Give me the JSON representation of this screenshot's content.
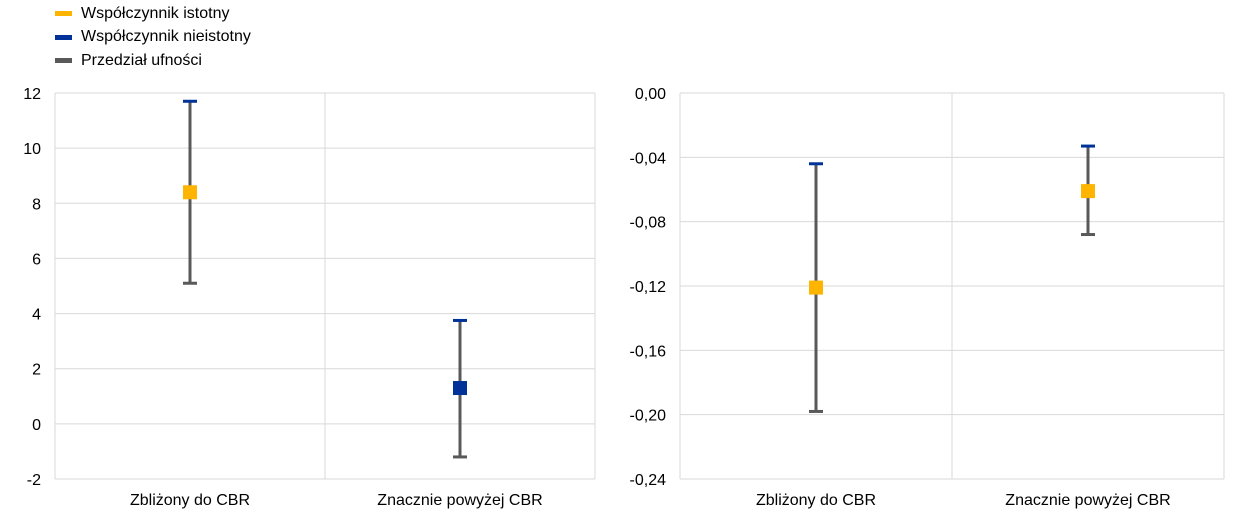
{
  "legend": [
    {
      "label": "Współczynnik istotny",
      "color": "#FFB400"
    },
    {
      "label": "Współczynnik nieistotny",
      "color": "#003299"
    },
    {
      "label": "Przedział ufności",
      "color": "#595959"
    }
  ],
  "colors": {
    "significant": "#FFB400",
    "insignificant": "#003299",
    "interval": "#595959",
    "cap": "#003299",
    "grid": "#d9d9d9"
  },
  "chart_data": [
    {
      "type": "scatter",
      "categories": [
        "Zbliżony do CBR",
        "Znacznie powyżej CBR"
      ],
      "ylim": [
        -2,
        12
      ],
      "yticks": [
        -2,
        0,
        2,
        4,
        6,
        8,
        10,
        12
      ],
      "ytick_labels": [
        "-2",
        "0",
        "2",
        "4",
        "6",
        "8",
        "10",
        "12"
      ],
      "series": [
        {
          "category": "Zbliżony do CBR",
          "value": 8.4,
          "lower": 5.1,
          "upper": 11.7,
          "significant": true
        },
        {
          "category": "Znacznie powyżej CBR",
          "value": 1.3,
          "lower": -1.2,
          "upper": 3.75,
          "significant": false
        }
      ]
    },
    {
      "type": "scatter",
      "categories": [
        "Zbliżony do CBR",
        "Znacznie powyżej CBR"
      ],
      "ylim": [
        -0.24,
        0.0
      ],
      "yticks": [
        -0.24,
        -0.2,
        -0.16,
        -0.12,
        -0.08,
        -0.04,
        0.0
      ],
      "ytick_labels": [
        "-0,24",
        "-0,20",
        "-0,16",
        "-0,12",
        "-0,08",
        "-0,04",
        "0,00"
      ],
      "series": [
        {
          "category": "Zbliżony do CBR",
          "value": -0.121,
          "lower": -0.198,
          "upper": -0.044,
          "significant": true
        },
        {
          "category": "Znacznie powyżej CBR",
          "value": -0.061,
          "lower": -0.088,
          "upper": -0.033,
          "significant": true
        }
      ]
    }
  ]
}
